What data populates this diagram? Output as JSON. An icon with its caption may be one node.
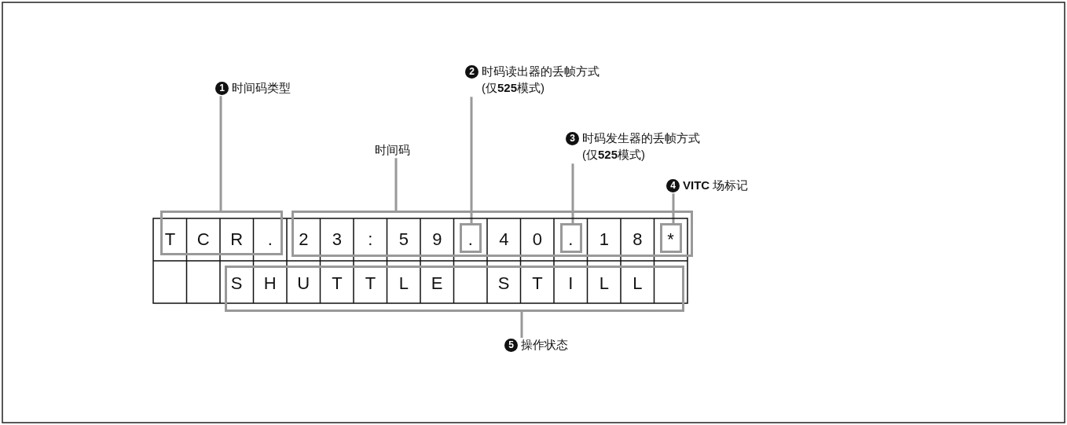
{
  "diagram": {
    "nodes": [
      {
        "text": [
          "1",
          "时间码类型"
        ]
      },
      {
        "text": [
          "时间码"
        ]
      },
      {
        "text": [
          "2",
          "时码读出器的丢帧方式",
          "(仅**525**模式)"
        ]
      },
      {
        "text": [
          "3",
          "时码发生器的丢帧方式",
          "(仅**525**模式)"
        ]
      },
      {
        "text": [
          "4",
          "**VITC** 场标记"
        ]
      },
      {
        "text": [
          "5",
          "操作状态"
        ]
      },
      {
        "text": [],
        "shape": "box"
      },
      {
        "text": [],
        "shape": "box"
      },
      {
        "text": [],
        "shape": "box",
        "in": 7
      },
      {
        "text": [],
        "shape": "box",
        "in": 7
      },
      {
        "text": [],
        "shape": "box",
        "in": 7
      },
      {
        "text": [],
        "shape": "box"
      }
    ],
    "edges": [
      {
        "from": 0,
        "to": 6,
        "arrow": "none"
      },
      {
        "from": 1,
        "to": 7,
        "arrow": "none"
      },
      {
        "from": 2,
        "to": 8,
        "arrow": "none"
      },
      {
        "from": 3,
        "to": 9,
        "arrow": "none"
      },
      {
        "from": 4,
        "to": 10,
        "arrow": "none"
      },
      {
        "from": 5,
        "to": 11,
        "arrow": "none"
      }
    ],
    "labels": [
      "T",
      "C",
      "R",
      ".",
      "2",
      "3",
      ":",
      "5",
      "9",
      ".",
      "4",
      "0",
      ".",
      "1",
      "8",
      "*",
      "S",
      "H",
      "U",
      "T",
      "T",
      "L",
      "E",
      "S",
      "T",
      "I",
      "L",
      "L"
    ]
  }
}
